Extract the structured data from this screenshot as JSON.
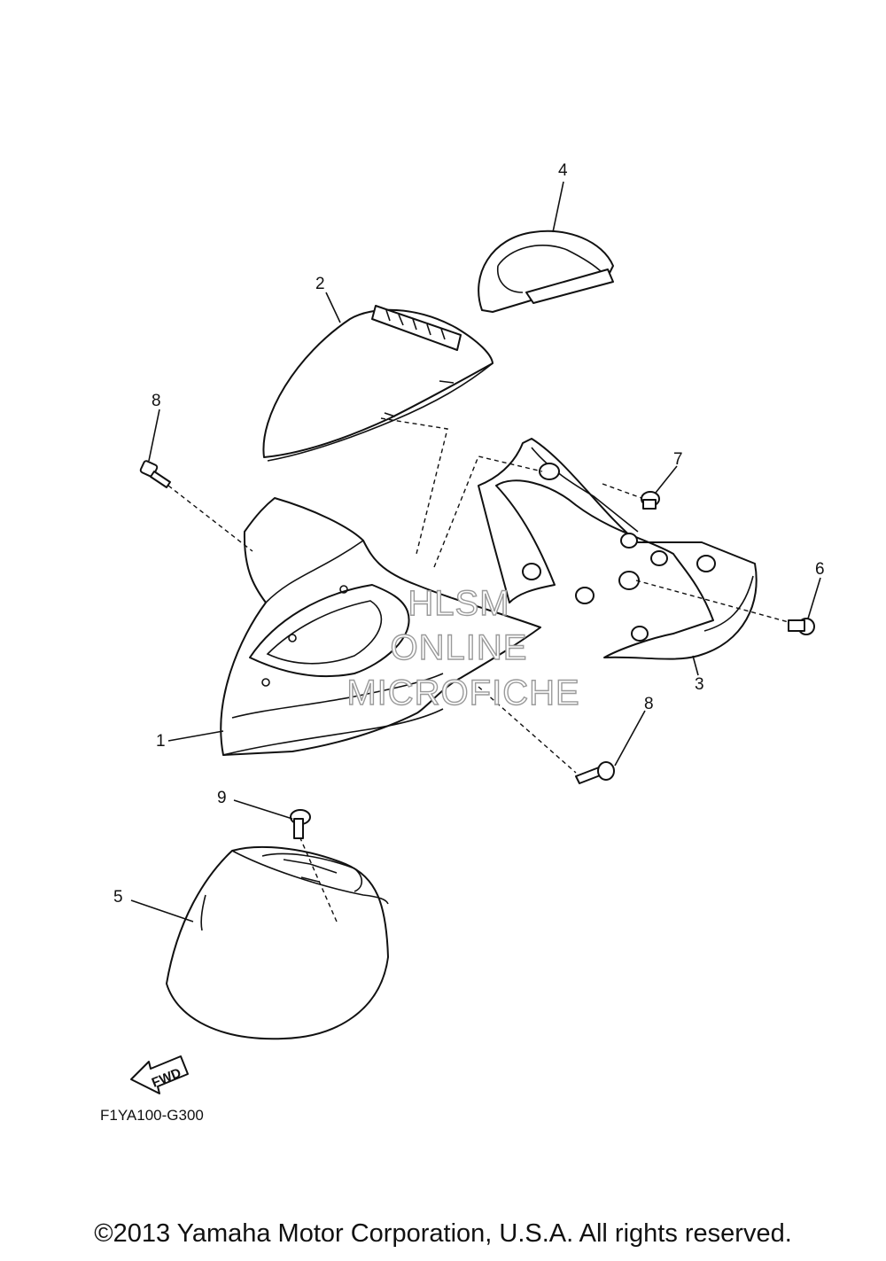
{
  "callouts": [
    {
      "id": "1",
      "label": "1"
    },
    {
      "id": "2",
      "label": "2"
    },
    {
      "id": "3",
      "label": "3"
    },
    {
      "id": "4",
      "label": "4"
    },
    {
      "id": "5",
      "label": "5"
    },
    {
      "id": "6",
      "label": "6"
    },
    {
      "id": "7",
      "label": "7"
    },
    {
      "id": "8a",
      "label": "8"
    },
    {
      "id": "8b",
      "label": "8"
    },
    {
      "id": "9",
      "label": "9"
    }
  ],
  "watermark": {
    "line1": "HLSM",
    "line2": "ONLINE",
    "line3": "MICROFICHE"
  },
  "fwd_arrow": {
    "label": "FWD"
  },
  "diagram_code": "F1YA100-G300",
  "copyright": "©2013 Yamaha Motor Corporation, U.S.A. All rights reserved."
}
